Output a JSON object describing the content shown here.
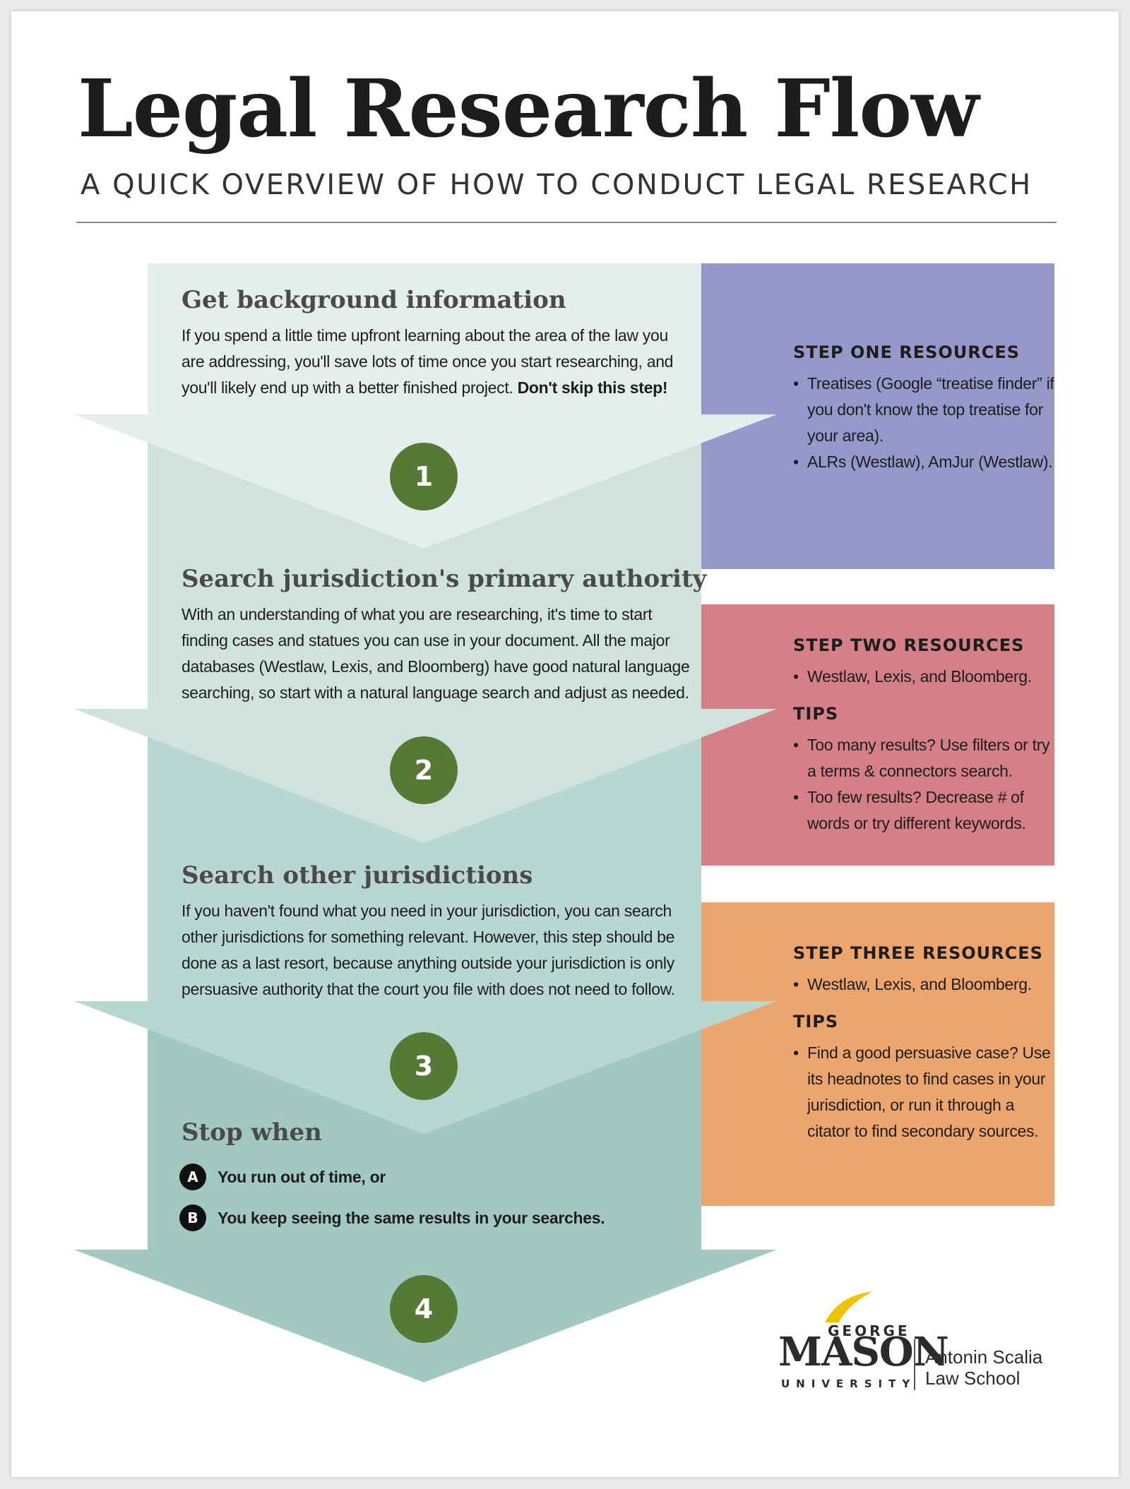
{
  "header": {
    "title": "Legal Research Flow",
    "subtitle": "A QUICK OVERVIEW OF HOW TO CONDUCT LEGAL RESEARCH"
  },
  "colors": {
    "arrow_1": "#e4eeec",
    "arrow_2": "#cfe2de",
    "arrow_3": "#b9d7d1",
    "arrow_4": "#a1c9c0",
    "badge": "#567a36",
    "panel_1": "#9499c9",
    "panel_2": "#d48086",
    "panel_3": "#eda56e"
  },
  "steps": [
    {
      "heading": "Get background information",
      "body": "If you spend a little time upfront learning about the area of the law you are addressing, you'll save lots of time once you start researching, and you'll likely end up with a better finished project.",
      "emphasis": "Don't skip this step!",
      "badge": "1"
    },
    {
      "heading": "Search jurisdiction's primary authority",
      "body": "With an understanding of what you are researching, it's time to start finding cases and statues you can use in your document. All the major databases (Westlaw, Lexis, and Bloomberg) have good natural language searching, so start with a natural language search and adjust as needed.",
      "badge": "2"
    },
    {
      "heading": "Search other jurisdictions",
      "body": "If you haven't found what you need in your jurisdiction, you can search other jurisdictions for something relevant. However, this step should be done as a last resort, because anything outside your jurisdiction is only persuasive authority that the court you file with does not need to follow.",
      "badge": "3"
    }
  ],
  "stop": {
    "heading": "Stop when",
    "items": [
      {
        "letter": "A",
        "text": "You run out of time, or"
      },
      {
        "letter": "B",
        "text": "You keep seeing the same results in your searches."
      }
    ],
    "badge": "4"
  },
  "panels": [
    {
      "heading": "STEP ONE RESOURCES",
      "items": [
        "Treatises (Google “treatise finder” if you don't know the top treatise for your area).",
        "ALRs (Westlaw), AmJur (Westlaw)."
      ]
    },
    {
      "heading": "STEP TWO RESOURCES",
      "items": [
        "Westlaw, Lexis, and Bloomberg."
      ],
      "tips_heading": "TIPS",
      "tips": [
        "Too many results? Use filters or try a terms & connectors search.",
        "Too few results? Decrease # of words or try different keywords."
      ]
    },
    {
      "heading": "STEP THREE RESOURCES",
      "items": [
        "Westlaw, Lexis, and Bloomberg."
      ],
      "tips_heading": "TIPS",
      "tips": [
        "Find a good persuasive case? Use its headnotes to find cases in your jurisdiction, or run it through a citator to find secondary sources."
      ]
    }
  ],
  "logo": {
    "top": "GEORGE",
    "main": "MASON",
    "bottom": "UNIVERSITY",
    "school_line1": "Antonin Scalia",
    "school_line2": "Law School"
  }
}
